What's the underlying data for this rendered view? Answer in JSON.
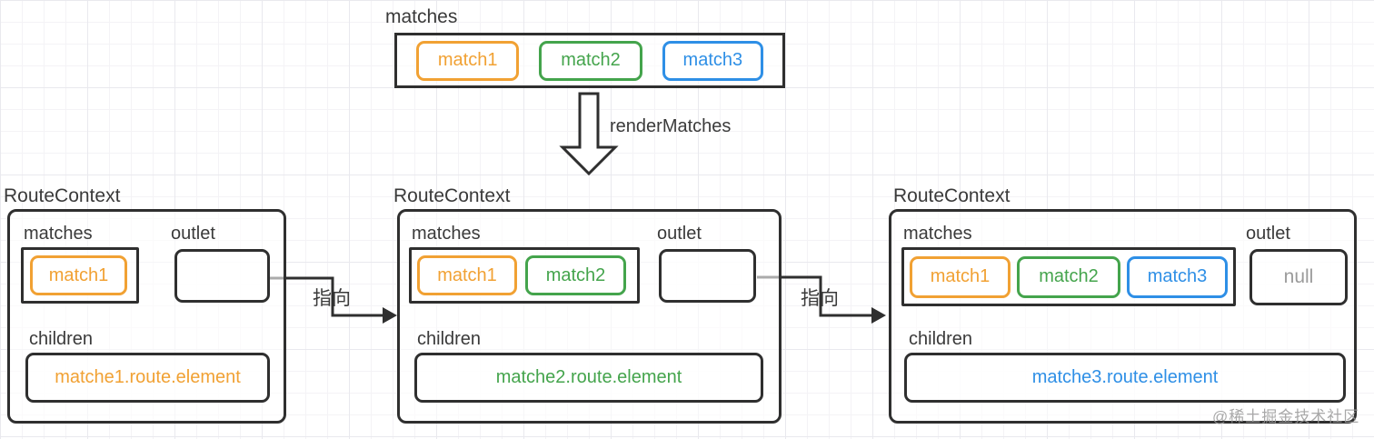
{
  "colors": {
    "orange": "#F1A133",
    "green": "#44A44C",
    "blue": "#2E8FE6",
    "ink": "#2F2F2F",
    "null_gray": "#9B9B9B",
    "watermark_gray": "#9A9A9A"
  },
  "top": {
    "label": "matches",
    "items": [
      {
        "label": "match1",
        "color": "orange"
      },
      {
        "label": "match2",
        "color": "green"
      },
      {
        "label": "match3",
        "color": "blue"
      }
    ]
  },
  "arrow": {
    "label": "renderMatches"
  },
  "connectors": [
    {
      "label": "指向"
    },
    {
      "label": "指向"
    }
  ],
  "contexts": [
    {
      "title": "RouteContext",
      "matches_label": "matches",
      "matches": [
        {
          "label": "match1"
        }
      ],
      "outlet_label": "outlet",
      "outlet_value": "",
      "children_label": "children",
      "children_value": "matche1.route.element"
    },
    {
      "title": "RouteContext",
      "matches_label": "matches",
      "matches": [
        {
          "label": "match1"
        },
        {
          "label": "match2"
        }
      ],
      "outlet_label": "outlet",
      "outlet_value": "",
      "children_label": "children",
      "children_value": "matche2.route.element"
    },
    {
      "title": "RouteContext",
      "matches_label": "matches",
      "matches": [
        {
          "label": "match1"
        },
        {
          "label": "match2"
        },
        {
          "label": "match3"
        }
      ],
      "outlet_label": "outlet",
      "outlet_value": "null",
      "children_label": "children",
      "children_value": "matche3.route.element"
    }
  ],
  "watermark": "@稀土掘金技术社区"
}
